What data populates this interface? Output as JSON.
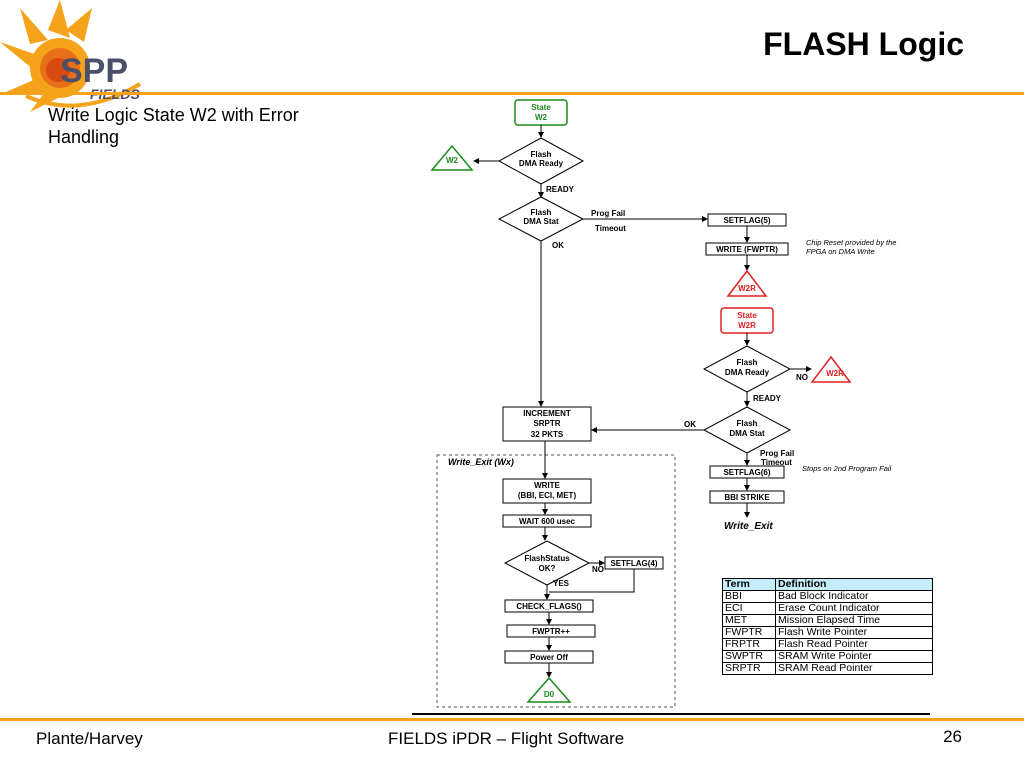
{
  "header": {
    "title": "FLASH Logic"
  },
  "logo": {
    "name": "spp-fields-logo",
    "text_main": "SPP",
    "text_sub": "FIELDS",
    "colors": {
      "sun": "#f5a31a",
      "sun_core": "#d94a10",
      "text": "#4a5068"
    }
  },
  "subtitle": "Write Logic State W2 with Error Handling",
  "diagram": {
    "state_w2": [
      "State",
      "W2"
    ],
    "flash_dma_ready_1": [
      "Flash",
      "DMA Ready"
    ],
    "w2_connector": "W2",
    "ready_1": "READY",
    "flash_dma_stat_1": [
      "Flash",
      "DMA Stat"
    ],
    "prog_fail_1": "Prog Fail",
    "timeout_1": "Timeout",
    "ok_1": "OK",
    "setflag5": "SETFLAG(5)",
    "write_fwptr": "WRITE (FWPTR)",
    "chip_reset_note": [
      "Chip Reset provided by the",
      "FPGA on DMA Write"
    ],
    "w2r_connector_1": "W2R",
    "state_w2r": [
      "State",
      "W2R"
    ],
    "flash_dma_ready_2": [
      "Flash",
      "DMA Ready"
    ],
    "no_1": "NO",
    "w2r_connector_2": "W2R",
    "ready_2": "READY",
    "flash_dma_stat_2": [
      "Flash",
      "DMA Stat"
    ],
    "ok_2": "OK",
    "increment": [
      "INCREMENT",
      "SRPTR",
      "32 PKTS"
    ],
    "prog_fail_2": "Prog Fail",
    "timeout_2": "Timeout",
    "setflag6": "SETFLAG(6)",
    "stops_note": "Stops on 2nd Program Fail",
    "bbi_strike": "BBI STRIKE",
    "write_exit": "Write_Exit",
    "write_exit_wx": "Write_Exit (Wx)",
    "write_bbi": [
      "WRITE",
      "(BBI, ECI, MET)"
    ],
    "wait_600": "WAIT 600 usec",
    "flash_status": [
      "FlashStatus",
      "OK?"
    ],
    "setflag4": "SETFLAG(4)",
    "no_2": "NO",
    "yes": "YES",
    "check_flags": "CHECK_FLAGS()",
    "fwptr_inc": "FWPTR++",
    "power_off": "Power Off",
    "d0_connector": "D0",
    "colors": {
      "green": "#1a8a1a",
      "red": "#e02020"
    }
  },
  "terms_table": {
    "headers": [
      "Term",
      "Definition"
    ],
    "rows": [
      [
        "BBI",
        "Bad Block Indicator"
      ],
      [
        "ECI",
        "Erase Count Indicator"
      ],
      [
        "MET",
        "Mission Elapsed Time"
      ],
      [
        "FWPTR",
        "Flash Write Pointer"
      ],
      [
        "FRPTR",
        "Flash Read Pointer"
      ],
      [
        "SWPTR",
        "SRAM Write Pointer"
      ],
      [
        "SRPTR",
        "SRAM Read Pointer"
      ]
    ]
  },
  "footer": {
    "left": "Plante/Harvey",
    "center": "FIELDS iPDR – Flight Software",
    "page": "26"
  }
}
